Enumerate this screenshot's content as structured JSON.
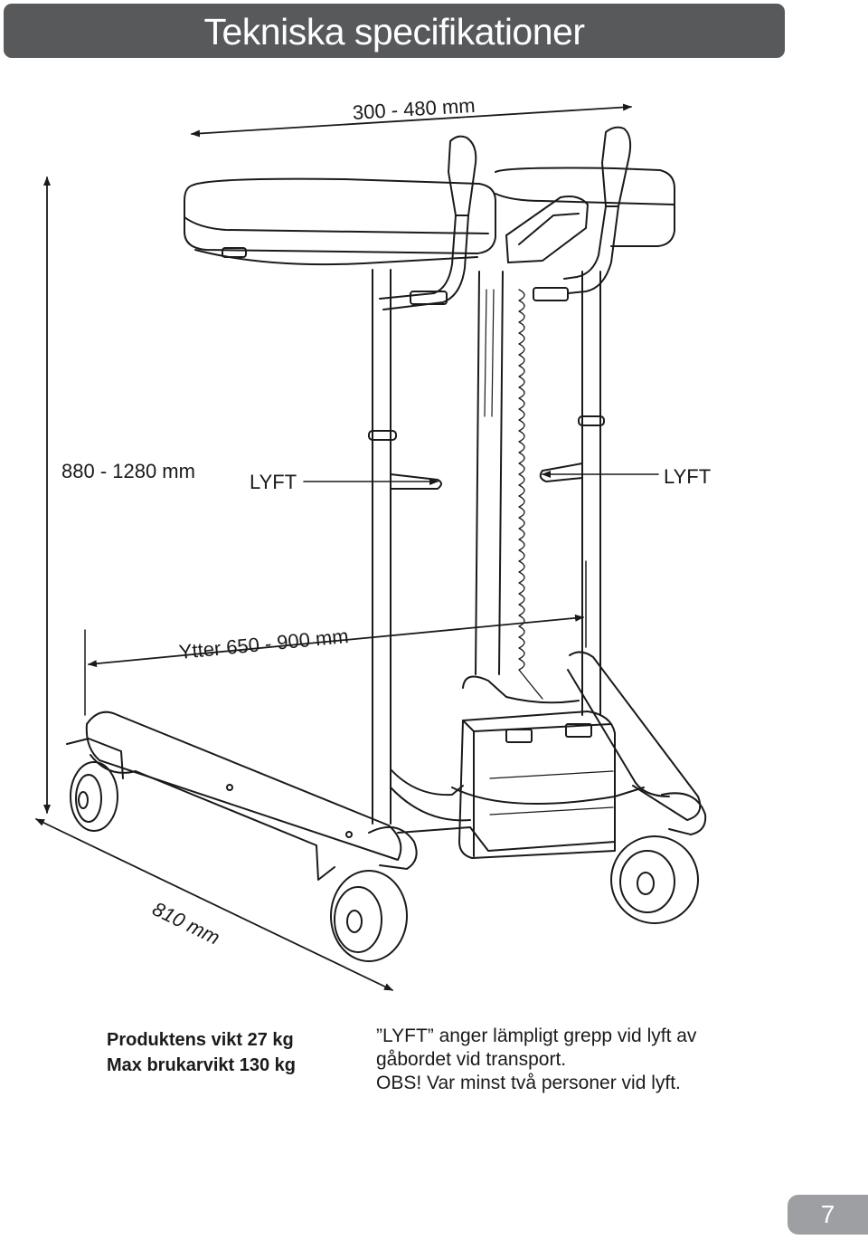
{
  "header": {
    "title": "Tekniska specifikationer"
  },
  "dimensions": {
    "width_label": "300 - 480 mm",
    "height_label": "880 - 1280 mm",
    "outer_width_label": "Ytter 650 - 900 mm",
    "depth_label": "810 mm"
  },
  "callouts": {
    "left": "LYFT",
    "right": "LYFT"
  },
  "specs": {
    "line1": "Produktens vikt 27 kg",
    "line2": "Max brukarvikt 130 kg"
  },
  "note": {
    "line1": "”LYFT” anger lämpligt grepp vid lyft av",
    "line2": "gåbordet vid transport.",
    "line3": "OBS! Var minst två personer vid lyft."
  },
  "footer": {
    "page_number": "7"
  }
}
